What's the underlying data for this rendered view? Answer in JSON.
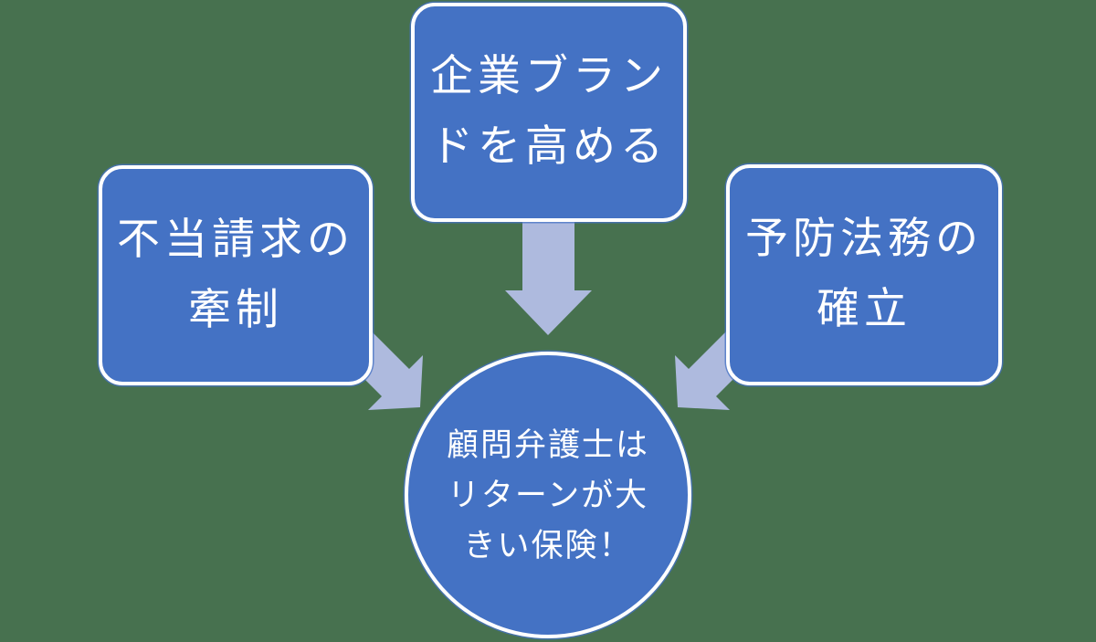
{
  "diagram": {
    "title_meaning": "converging-arrows diagram",
    "background_color": "#47714F",
    "colors": {
      "box_fill": "#4472C4",
      "box_border": "#FFFFFF",
      "arrow_fill": "#AEBADE",
      "text": "#FFFFFF"
    },
    "boxes": {
      "left": {
        "label": "不当請求の\n牽制"
      },
      "top": {
        "label": "企業ブラン\nドを高める"
      },
      "right": {
        "label": "予防法務の\n確立"
      }
    },
    "center_circle": {
      "label": "顧問弁護士は\nリターンが大\nきい保険！"
    }
  }
}
